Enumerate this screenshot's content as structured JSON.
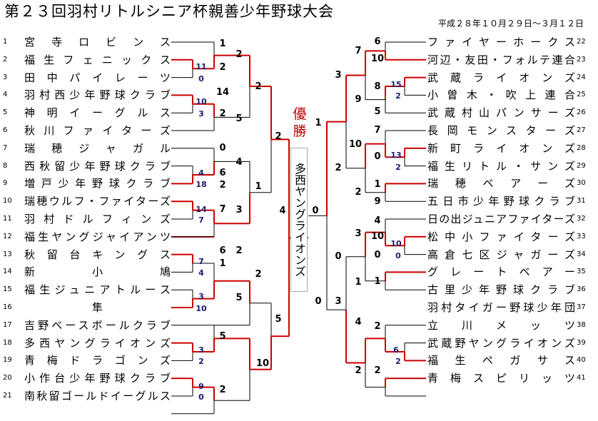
{
  "title": "第２３回羽村リトルシニア杯親善少年野球大会",
  "dates": "平成２８年１０月２９日～３月１２日",
  "champion": {
    "label": "優勝",
    "team": "多西ヤングライオンズ"
  },
  "left_teams": [
    {
      "no": "1",
      "name": "宮寺ロビンス"
    },
    {
      "no": "2",
      "name": "福生フェニックス"
    },
    {
      "no": "3",
      "name": "田中パイレーツ"
    },
    {
      "no": "4",
      "name": "羽村西少年野球クラブ"
    },
    {
      "no": "5",
      "name": "神明イーグルス"
    },
    {
      "no": "6",
      "name": "秋川ファイターズ"
    },
    {
      "no": "7",
      "name": "瑞穂ジャガル"
    },
    {
      "no": "8",
      "name": "西秋留少年野球クラブ"
    },
    {
      "no": "9",
      "name": "増戸少年野球クラブ"
    },
    {
      "no": "10",
      "name": "瑞穂ウルフ・ファイターズ"
    },
    {
      "no": "11",
      "name": "羽村ドルフィンズ"
    },
    {
      "no": "12",
      "name": "福生ヤングジャイアンツ"
    },
    {
      "no": "13",
      "name": "秋留台キングス"
    },
    {
      "no": "14",
      "name": "新小鳩"
    },
    {
      "no": "15",
      "name": "福生ジュニアトルース"
    },
    {
      "no": "16",
      "name": "隼"
    },
    {
      "no": "17",
      "name": "吉野ベースボールクラブ"
    },
    {
      "no": "18",
      "name": "多西ヤングライオンズ"
    },
    {
      "no": "19",
      "name": "青梅ドラゴンズ"
    },
    {
      "no": "20",
      "name": "小作台少年野球クラブ"
    },
    {
      "no": "21",
      "name": "南秋留ゴールドイーグルス"
    }
  ],
  "right_teams": [
    {
      "no": "22",
      "name": "ファイヤーホークス"
    },
    {
      "no": "23",
      "name": "河辺・友田・フォルテ連合"
    },
    {
      "no": "24",
      "name": "武蔵ライオンズ"
    },
    {
      "no": "25",
      "name": "小曽木・吹上連合"
    },
    {
      "no": "26",
      "name": "武蔵村山パンサーズ"
    },
    {
      "no": "27",
      "name": "長岡モンスターズ"
    },
    {
      "no": "28",
      "name": "新町ライオンズ"
    },
    {
      "no": "29",
      "name": "福生リトル・サンズ"
    },
    {
      "no": "30",
      "name": "瑞穂ベアーズ"
    },
    {
      "no": "31",
      "name": "五日市少年野球クラブ"
    },
    {
      "no": "32",
      "name": "日の出ジュニアファイターズ"
    },
    {
      "no": "33",
      "name": "松中小ファイターズ"
    },
    {
      "no": "34",
      "name": "高倉七区ジャガーズ"
    },
    {
      "no": "35",
      "name": "グレートベアー"
    },
    {
      "no": "36",
      "name": "古里少年野球クラブ"
    },
    {
      "no": "37",
      "name": "羽村タイガー野球少年団"
    },
    {
      "no": "38",
      "name": "立川メッツ"
    },
    {
      "no": "39",
      "name": "武蔵野ヤングライオンズ"
    },
    {
      "no": "40",
      "name": "福生ペガサス"
    },
    {
      "no": "41",
      "name": "青梅スピリッツ"
    }
  ],
  "scores": {
    "l_r1": [
      "11",
      "0",
      "10",
      "3",
      "4",
      "18",
      "14",
      "7",
      "7",
      "4",
      "3",
      "10",
      "3",
      "2",
      "9",
      "0"
    ],
    "l_r2": [
      "1",
      "2",
      "14",
      "2",
      "0",
      "6",
      "2",
      "7",
      "6",
      "1",
      "5",
      "2"
    ],
    "l_r3": [
      "2",
      "5",
      "4",
      "3",
      "2",
      "5"
    ],
    "l_r4": [
      "2",
      "1",
      "2",
      "10"
    ],
    "l_r5": [
      "2",
      "5"
    ],
    "final": [
      "4",
      "0"
    ],
    "r_r1": [
      "15",
      "2",
      "13",
      "2",
      "10",
      "0",
      "6",
      "2"
    ],
    "r_r2": [
      "6",
      "10",
      "8",
      "5",
      "7",
      "0",
      "1",
      "9",
      "4",
      "10",
      "1",
      "0",
      "2",
      "2"
    ],
    "r_r3": [
      "7",
      "9",
      "10",
      "2",
      "3",
      "1",
      "4",
      "2"
    ],
    "r_r4": [
      "3",
      "2",
      "0",
      "3"
    ],
    "r_r5": [
      "1",
      "0"
    ]
  },
  "colors": {
    "winner": "#cc0000",
    "loser": "#000000",
    "accent_text": "#1a1a6e"
  }
}
